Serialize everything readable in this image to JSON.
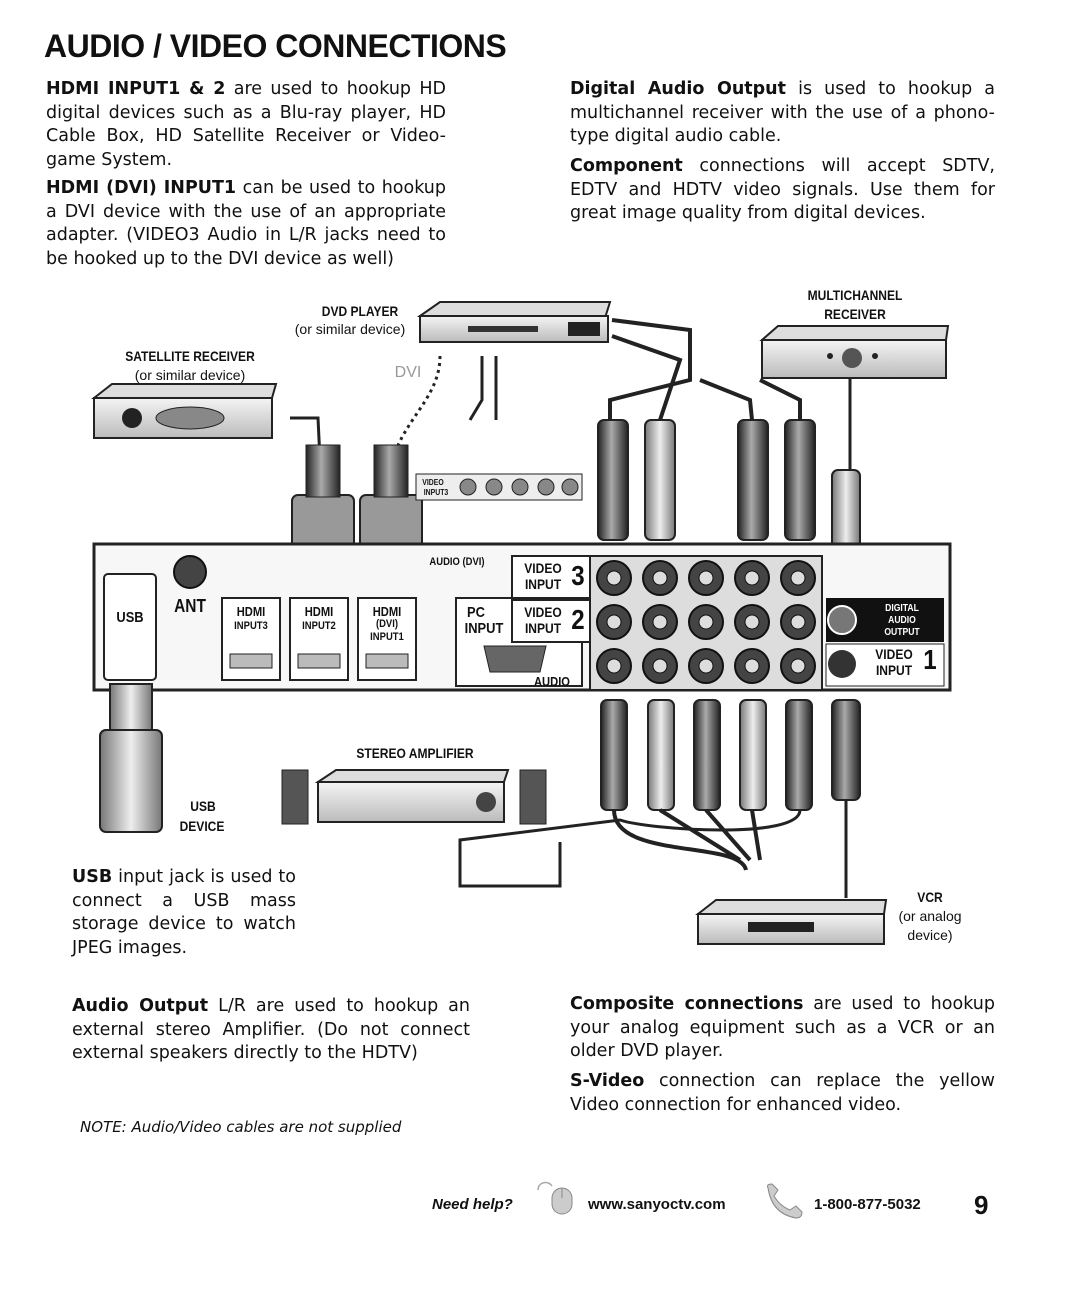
{
  "title": "AUDIO / VIDEO CONNECTIONS",
  "left_col": {
    "hdmi1_bold": "HDMI INPUT1 & 2",
    "hdmi1_rest": " are used to hookup HD digital devices such as a Blu-ray player, HD Cable Box, HD Satellite Receiver or Video-game System.",
    "hdmi2_bold": "HDMI (DVI) INPUT1",
    "hdmi2_rest": " can be used to hookup a DVI device with the use of an appropriate adapter. (VIDEO3 Audio in L/R jacks need to be hooked up to the DVI device as well)"
  },
  "right_col": {
    "digital_bold": "Digital Audio Output",
    "digital_rest": " is used to hookup a multichannel receiver with the use of a phono-type digital audio cable.",
    "component_bold": "Component",
    "component_rest": " connections will accept SDTV, EDTV and HDTV video signals. Use them for great image quality from digital devices."
  },
  "diagram": {
    "dvd_player": "DVD PLAYER",
    "dvd_sub": "(or similar device)",
    "satellite": "SATELLITE RECEIVER",
    "satellite_sub": "(or similar device)",
    "dvi": "DVI",
    "multichannel": "MULTICHANNEL",
    "receiver": "RECEIVER",
    "stereo_amp": "STEREO AMPLIFIER",
    "usb_device_1": "USB",
    "usb_device_2": "DEVICE",
    "vcr": "VCR",
    "vcr_sub_1": "(or analog",
    "vcr_sub_2": "device)",
    "panel": {
      "usb": "USB",
      "ant": "ANT",
      "hdmi": "HDMI",
      "input3": "INPUT3",
      "input2": "INPUT2",
      "dvi": "(DVI)",
      "input1": "INPUT1",
      "audio_dvi": "AUDIO (DVI)",
      "pc": "PC",
      "input": "INPUT",
      "video": "VIDEO",
      "audio": "AUDIO",
      "digital": "DIGITAL",
      "digital_audio": "AUDIO",
      "output": "OUTPUT",
      "three": "3",
      "two": "2",
      "one": "1",
      "video3_small": "VIDEO",
      "input3_small": "INPUT3"
    }
  },
  "usb_text": {
    "bold": "USB",
    "rest": " input jack is used to connect a USB mass storage device to watch JPEG images."
  },
  "audio_out": {
    "bold": "Audio Output",
    "rest": " L/R are used to hookup an external stereo Amplifier. (Do not connect external speakers directly to the HDTV)"
  },
  "composite": {
    "bold": "Composite connections",
    "rest": " are used to hookup your analog equipment such as a VCR or an older DVD player."
  },
  "svideo": {
    "bold": "S-Video",
    "rest": " connection can replace the yellow Video connection for enhanced video."
  },
  "note": "NOTE: Audio/Video cables are not supplied",
  "footer": {
    "need_help": "Need help?",
    "website": "www.sanyoctv.com",
    "phone": "1-800-877-5032",
    "page": "9"
  }
}
